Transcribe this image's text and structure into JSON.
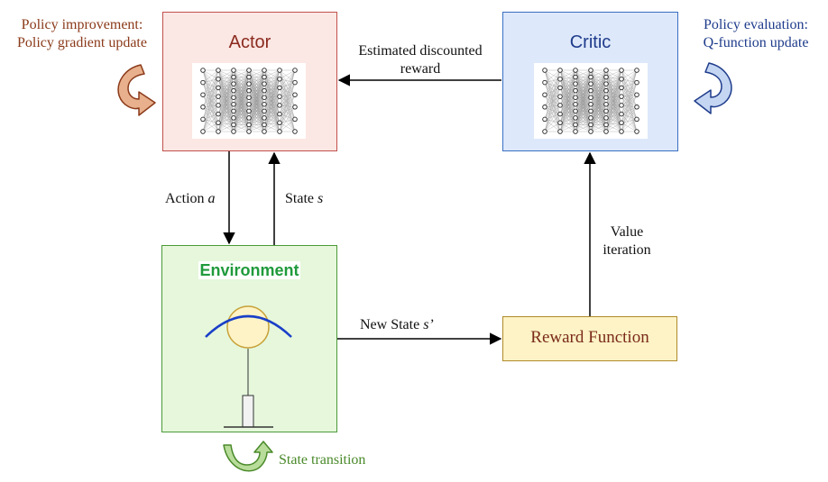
{
  "colors": {
    "actor_fill": "#fbe7e3",
    "actor_border": "#c0504d",
    "actor_title": "#8b2a1f",
    "critic_fill": "#dde8fa",
    "critic_border": "#3a6fc2",
    "critic_title": "#1f3c8c",
    "env_fill": "#e6f7dc",
    "env_border": "#4a9a38",
    "env_title": "#1f9a3c",
    "reward_fill": "#fdf3c6",
    "reward_border": "#b08a2a",
    "reward_title": "#7a2a1a",
    "policy_improve": "#8b3a1a",
    "policy_eval": "#1f3c8c",
    "state_transition": "#4a8a2a",
    "arrow": "#000000",
    "pendulum_curve": "#1a3fc8",
    "pendulum_bob": "#fdf3c6"
  },
  "actor": {
    "title": "Actor"
  },
  "critic": {
    "title": "Critic"
  },
  "environment": {
    "title": "Environment"
  },
  "reward_function": {
    "title": "Reward Function"
  },
  "annotations": {
    "policy_improvement_line1": "Policy improvement:",
    "policy_improvement_line2": "Policy gradient update",
    "policy_evaluation_line1": "Policy evaluation:",
    "policy_evaluation_line2": "Q-function update",
    "state_transition": "State transition"
  },
  "edges": {
    "estimated_reward_line1": "Estimated discounted",
    "estimated_reward_line2": "reward",
    "action_text": "Action ",
    "action_symbol": "a",
    "state_text": "State ",
    "state_symbol": "s",
    "new_state_text": "New State ",
    "new_state_symbol": "s’",
    "value_iteration_line1": "Value",
    "value_iteration_line2": "iteration"
  }
}
